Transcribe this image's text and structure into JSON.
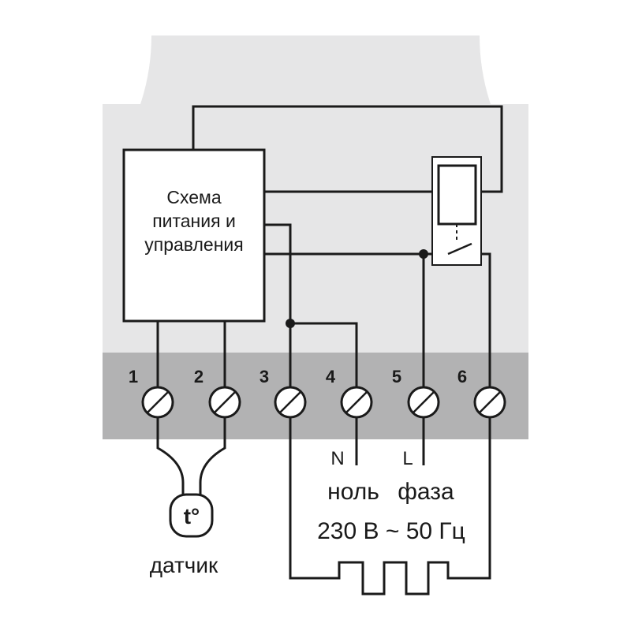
{
  "control_block": {
    "lines": [
      "Схема",
      "питания и",
      "управления"
    ]
  },
  "terminals": [
    "1",
    "2",
    "3",
    "4",
    "5",
    "6"
  ],
  "mains": {
    "n_label": "N",
    "l_label": "L",
    "neutral_label": "ноль",
    "phase_label": "фаза",
    "spec": "230 В ~ 50 Гц"
  },
  "sensor": {
    "symbol": "t°",
    "label": "датчик"
  },
  "colors": {
    "housing": "#e6e6e7",
    "terminal_strip": "#b2b2b3",
    "line": "#1a1a1a",
    "fill": "#ffffff"
  }
}
